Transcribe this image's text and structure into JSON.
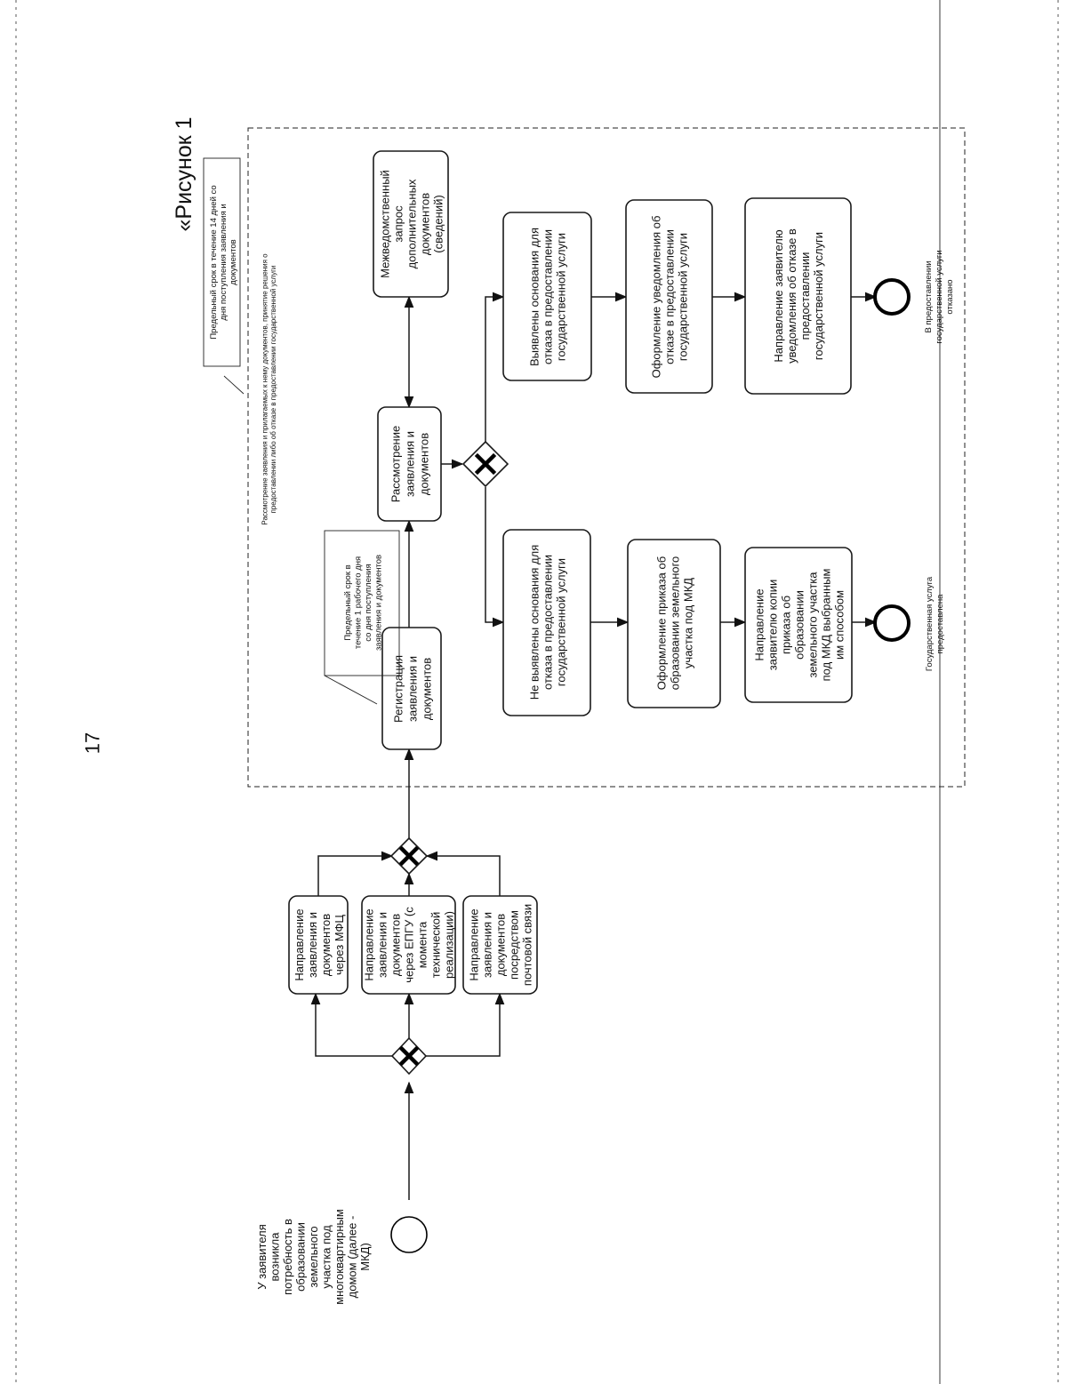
{
  "title": "«Рисунок 1",
  "page_number": "17",
  "start_event_label": "У заявителя возникла потребность в образовании земельного участка под многоквартирным домом (далее - МКД)",
  "channels": {
    "mfc": "Направление заявления и документов через МФЦ",
    "epgu": "Направление заявления и документов через ЕПГУ (с момента технической реализации)",
    "post": "Направление заявления и документов посредством почтовой связи"
  },
  "registration": "Регистрация заявления и документов",
  "registration_note": "Предельный срок в течение 1 рабочего дня со дня поступления заявления и документов",
  "review": "Рассмотрение заявления и документов",
  "interagency_request": "Межведомственный запрос дополнительных документов (сведений)",
  "review_note": "Предельный срок в течение 14 дней со дня поступления заявления и документов",
  "group_label": "Рассмотрение заявления и прилагаемых к нему документов, принятие решения о предоставлении либо об отказе в предоставлении государственной услуги",
  "grant_branch": {
    "no_grounds": "Не выявлены основания для отказа в предоставлении государственной услуги",
    "order": "Оформление приказа об образовании земельного участка под МКД",
    "send": "Направление заявителю копии приказа об образовании земельного участка под МКД выбранным им способом",
    "end_label": "Государственная услуга предоставлена"
  },
  "refuse_branch": {
    "grounds": "Выявлены основания для отказа в предоставлении государственной услуги",
    "notice": "Оформление уведомления об отказе в предоставлении государственной услуги",
    "send": "Направление заявителю уведомления об отказе в предоставлении государственной услуги",
    "end_label": "В предоставлении государственной услуги отказано"
  }
}
